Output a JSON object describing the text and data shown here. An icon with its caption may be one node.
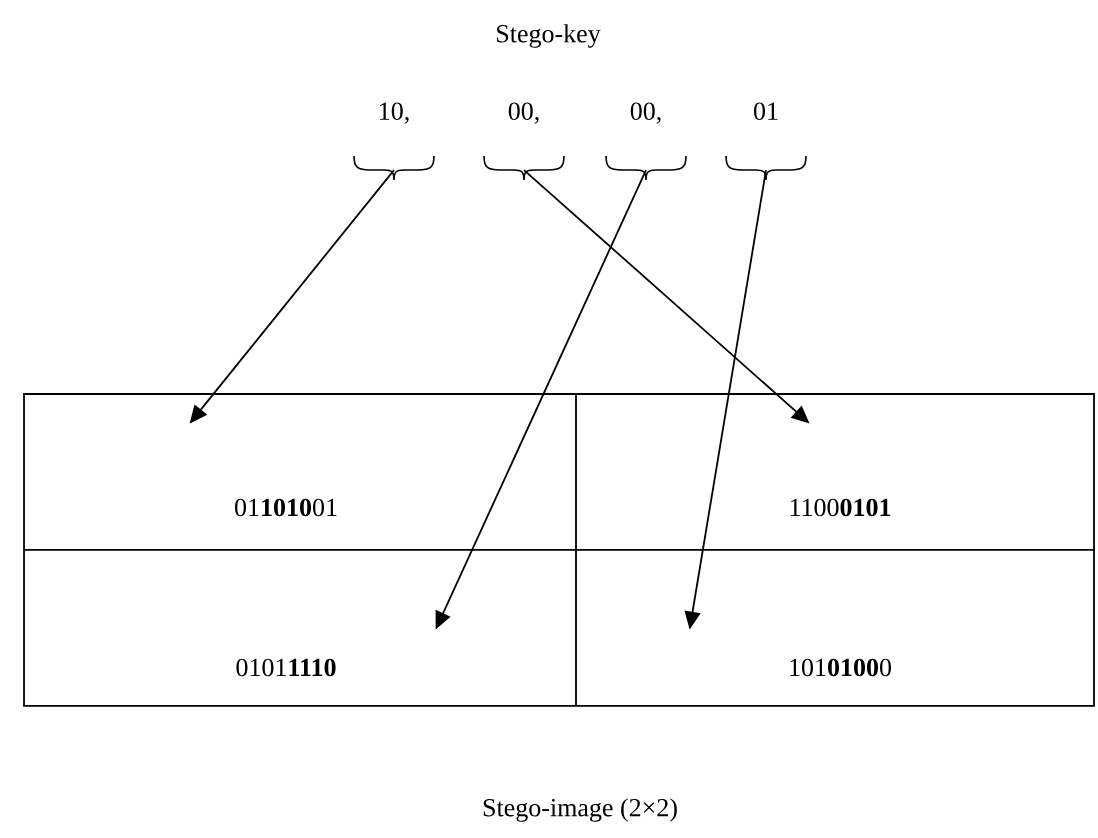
{
  "diagram": {
    "title": "Stego-key",
    "caption": "Stego-image (2×2)",
    "nodes": [
      {
        "text": [
          "10,"
        ]
      },
      {
        "text": [
          "00,"
        ]
      },
      {
        "text": [
          "00,"
        ]
      },
      {
        "text": [
          "01"
        ]
      },
      {
        "text": [
          "01**1010**01"
        ]
      },
      {
        "text": [
          "1100**0101**"
        ]
      },
      {
        "text": [
          "0101**1110**"
        ]
      },
      {
        "text": [
          "101**0100**0"
        ]
      }
    ],
    "edges": [
      {
        "from": 0,
        "to": 4,
        "arrow": "to"
      },
      {
        "from": 1,
        "to": 5,
        "arrow": "to"
      },
      {
        "from": 2,
        "to": 6,
        "arrow": "to"
      },
      {
        "from": 3,
        "to": 7,
        "arrow": "to"
      }
    ]
  }
}
